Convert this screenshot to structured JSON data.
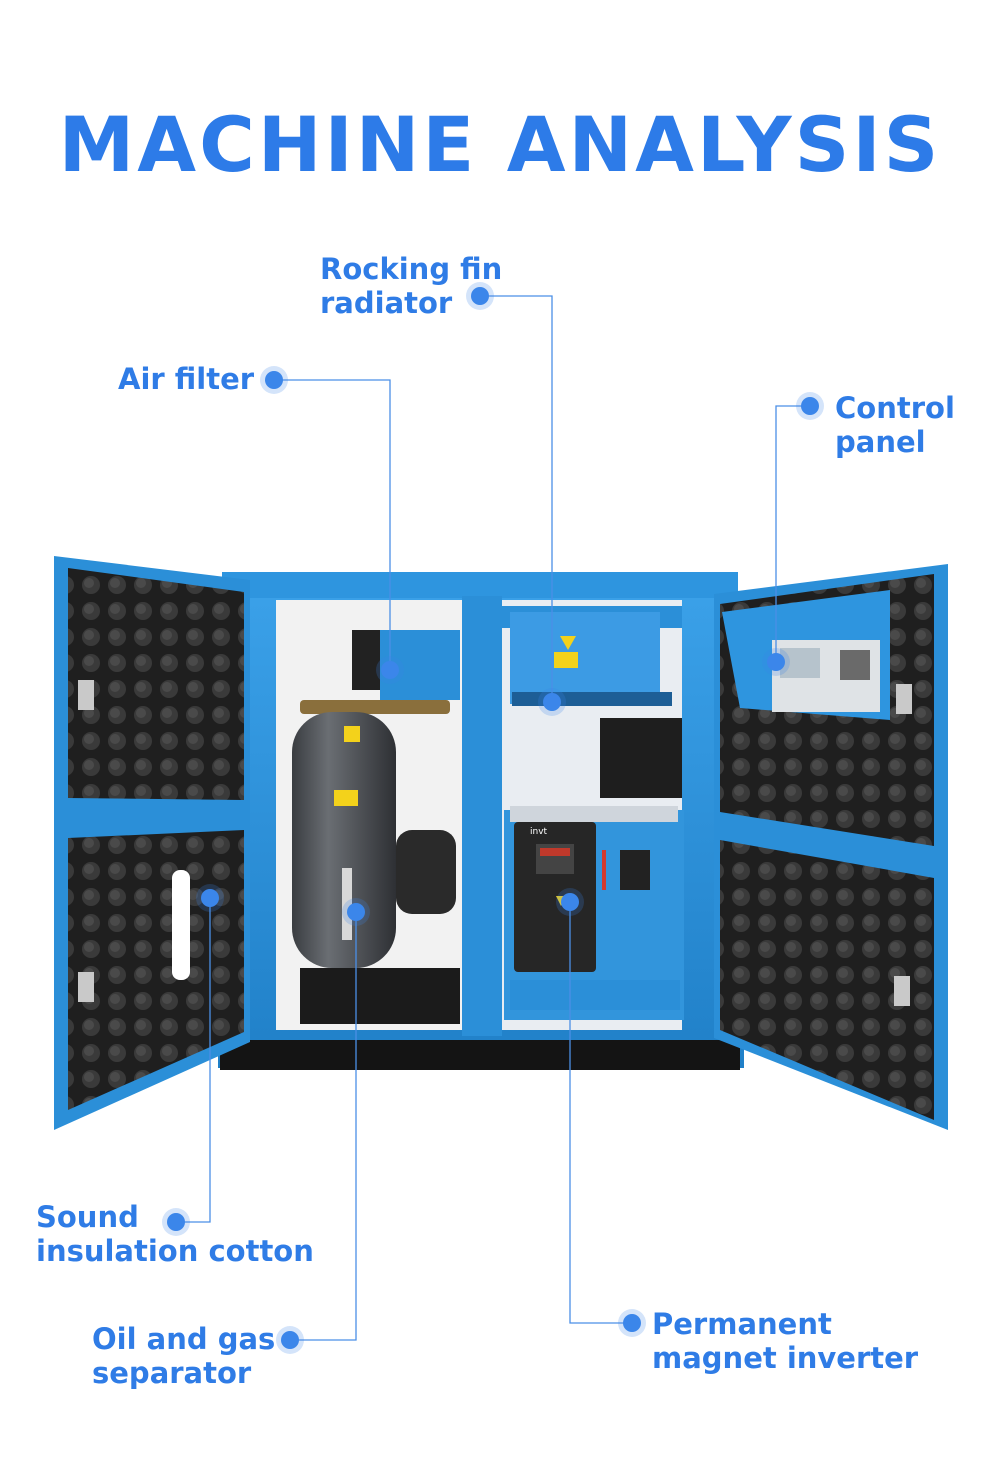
{
  "title": "MACHINE ANALYSIS",
  "labels": {
    "rocking_fin_radiator": [
      "Rocking fin",
      "radiator"
    ],
    "air_filter": [
      "Air filter"
    ],
    "control_panel": [
      "Control",
      "panel"
    ],
    "sound_insulation_cotton": [
      "Sound",
      "insulation cotton"
    ],
    "oil_gas_separator": [
      "Oil and gas",
      "separator"
    ],
    "permanent_magnet_inverter": [
      "Permanent",
      "magnet inverter"
    ]
  },
  "inverter_brand": "invt",
  "colors": {
    "accent": "#2f7ce6",
    "cabinet_blue": "#2b8fd8",
    "foam": "#2a2a2a",
    "tank": "#4d5156"
  }
}
